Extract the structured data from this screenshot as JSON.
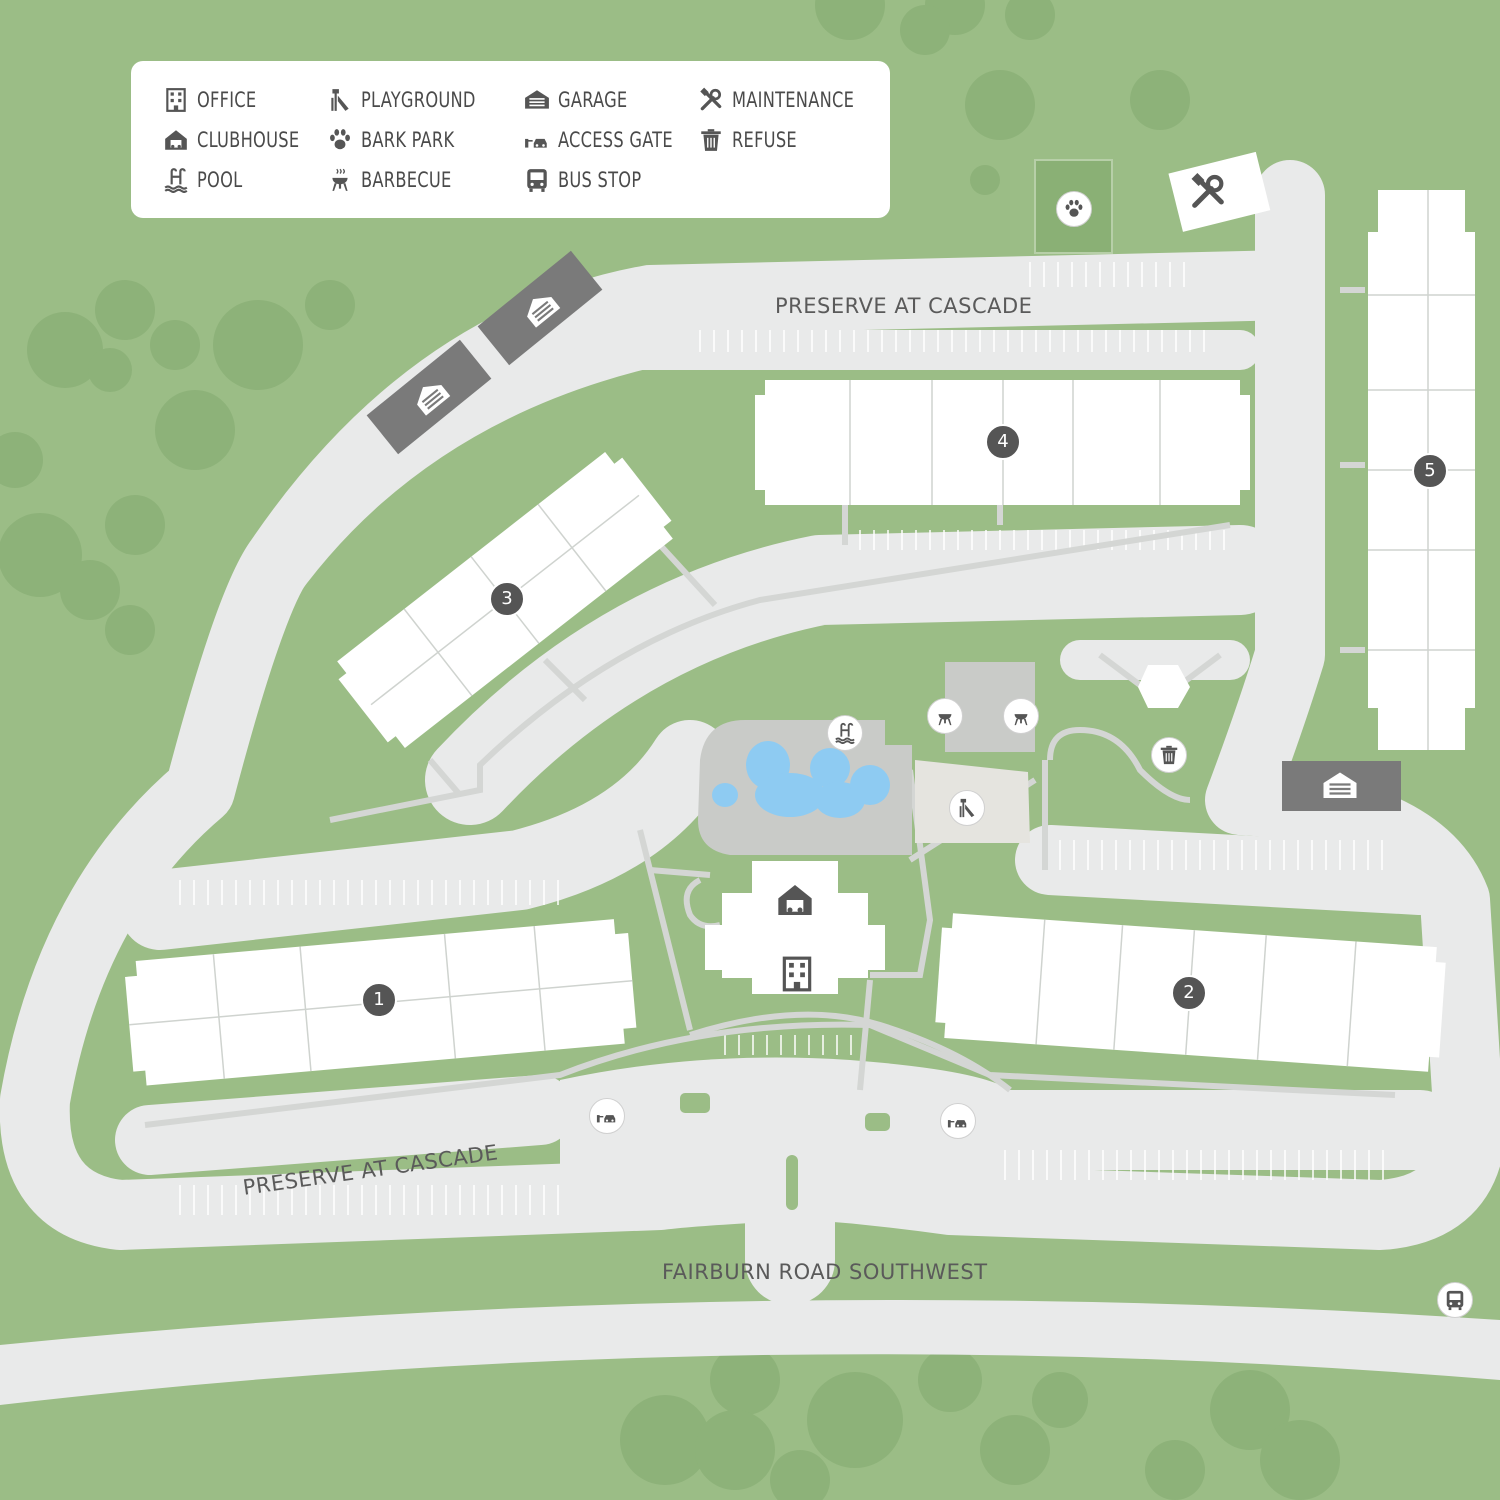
{
  "legend": {
    "items": [
      {
        "label": "OFFICE",
        "icon": "office-icon"
      },
      {
        "label": "CLUBHOUSE",
        "icon": "clubhouse-icon"
      },
      {
        "label": "POOL",
        "icon": "pool-icon"
      },
      {
        "label": "PLAYGROUND",
        "icon": "playground-icon"
      },
      {
        "label": "BARK PARK",
        "icon": "paw-icon"
      },
      {
        "label": "BARBECUE",
        "icon": "barbecue-icon"
      },
      {
        "label": "GARAGE",
        "icon": "garage-icon"
      },
      {
        "label": "ACCESS GATE",
        "icon": "access-gate-icon"
      },
      {
        "label": "BUS STOP",
        "icon": "bus-icon"
      },
      {
        "label": "MAINTENANCE",
        "icon": "maintenance-icon"
      },
      {
        "label": "REFUSE",
        "icon": "trash-icon"
      }
    ]
  },
  "streets": {
    "north": "PRESERVE AT CASCADE",
    "south": "PRESERVE AT CASCADE",
    "main_road": "FAIRBURN ROAD SOUTHWEST"
  },
  "buildings": {
    "b1": "1",
    "b2": "2",
    "b3": "3",
    "b4": "4",
    "b5": "5"
  },
  "colors": {
    "grass": "#9bbd86",
    "tree": "#8db279",
    "road": "#e9eaea",
    "building": "#ffffff",
    "garage": "#7a7a7a",
    "pool_water": "#8ecbf2",
    "badge": "#555555"
  }
}
